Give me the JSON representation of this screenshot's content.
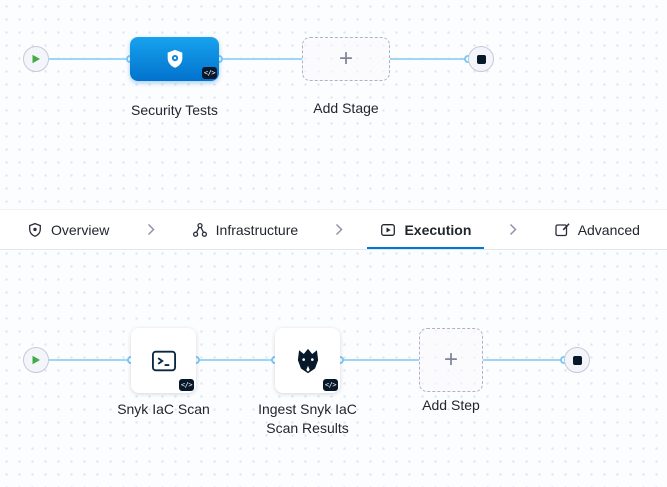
{
  "colors": {
    "accent_blue": "#0278d5",
    "connector_blue": "#9fd6f3",
    "play_green": "#42ab45",
    "node_dark": "#07182b"
  },
  "icons": {
    "plus": "+",
    "code_badge": "</>"
  },
  "stage_pipeline": {
    "stage_label": "Security Tests",
    "add_stage_label": "Add Stage"
  },
  "tab_bar": {
    "active": "Execution",
    "tabs": [
      {
        "label": "Overview"
      },
      {
        "label": "Infrastructure"
      },
      {
        "label": "Execution"
      },
      {
        "label": "Advanced"
      }
    ]
  },
  "step_pipeline": {
    "steps": [
      {
        "label": "Snyk IaC Scan"
      },
      {
        "label": "Ingest Snyk IaC Scan Results"
      }
    ],
    "add_step_label": "Add Step"
  }
}
